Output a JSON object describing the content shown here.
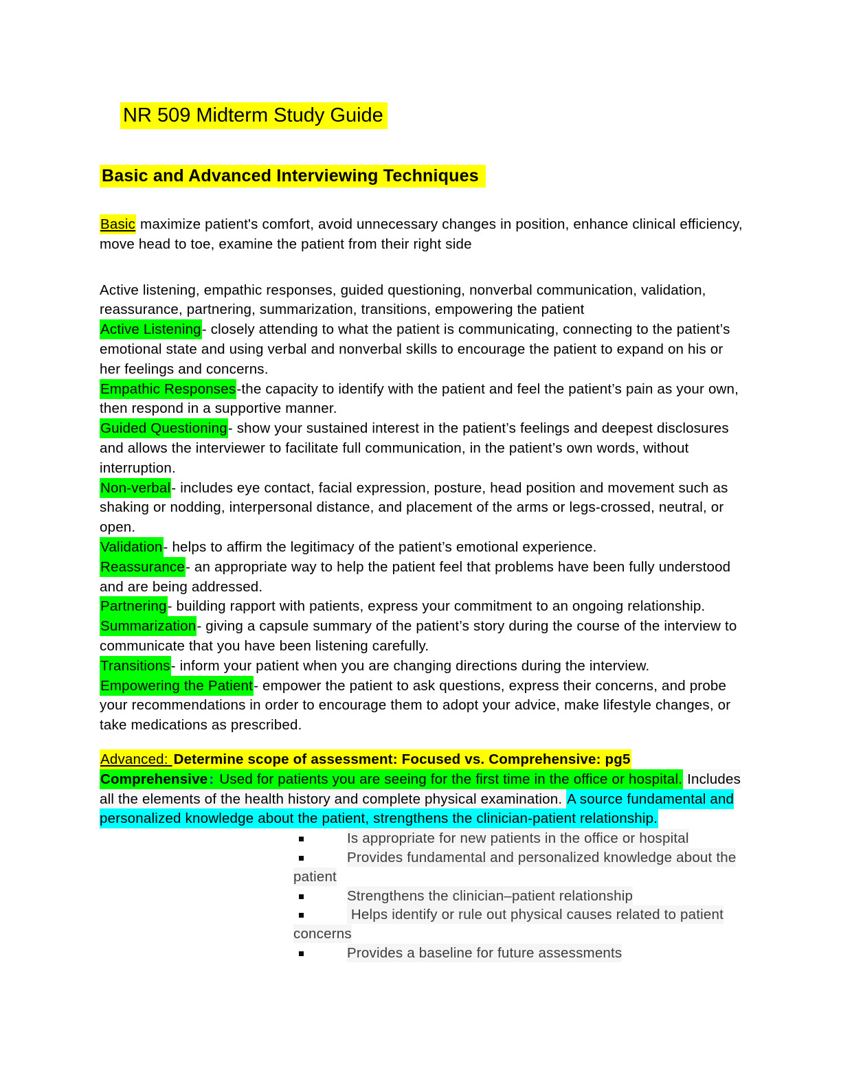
{
  "document": {
    "title": "NR 509 Midterm Study Guide",
    "section_heading": "Basic and Advanced Interviewing Techniques",
    "basic_label": "Basic",
    "basic_intro": " maximize patient's comfort, avoid unnecessary changes in position, enhance clinical efficiency, move head to toe, examine the patient from their right side",
    "techniques_overview": "Active listening, empathic responses, guided questioning, nonverbal communication, validation, reassurance, partnering, summarization, transitions, empowering the patient",
    "definitions": [
      {
        "term": "Active Listening",
        "definition": "- closely attending to what the patient is communicating, connecting to the patient’s emotional state and using verbal and nonverbal skills to encourage the patient to expand on his or her feelings and concerns."
      },
      {
        "term": "Empathic Responses",
        "definition": "-the capacity to identify with the patient and feel the patient’s pain as your own, then respond in a supportive manner."
      },
      {
        "term": "Guided Questioning",
        "definition": "- show your sustained interest in the patient’s feelings and deepest disclosures and allows the interviewer to facilitate full communication, in the patient’s own words, without interruption."
      },
      {
        "term": "Non-verbal",
        "definition": "- includes eye contact, facial expression, posture, head position and movement such as shaking or nodding, interpersonal distance, and placement of the arms or legs-crossed, neutral, or open."
      },
      {
        "term": "Validation",
        "definition": "- helps to affirm the legitimacy of the patient’s emotional experience."
      },
      {
        "term": "Reassurance",
        "definition": "- an appropriate way to help the patient feel that problems have been fully understood and are being addressed."
      },
      {
        "term": "Partnering",
        "definition": "- building rapport with patients, express your commitment to an ongoing relationship."
      },
      {
        "term": "Summarization",
        "definition": "- giving a capsule summary of the patient’s story during the course of the interview to communicate that you have been listening carefully."
      },
      {
        "term": "Transitions",
        "definition": "- inform your patient when you are changing directions during the interview."
      },
      {
        "term": "Empowering the Patient",
        "definition": "- empower the patient to ask questions, express their concerns, and probe your recommendations in order to encourage them to adopt your advice, make lifestyle changes, or take medications as prescribed."
      }
    ],
    "advanced": {
      "label": "Advanced: ",
      "heading": "Determine scope of assessment: Focused vs. Comprehensive: pg5",
      "comprehensive_label": "Comprehensive",
      "comprehensive_colon": ":",
      "comprehensive_text": " Used for patients you are seeing for the first time in the office or hospital.",
      "includes_text": " Includes all the elements of the health history and complete physical examination. ",
      "source_text": "A source fundamental and personalized knowledge about the patient, strengthens the clinician-patient relationship.",
      "bullets": [
        "Is appropriate for new patients in the office or hospital",
        "Provides fundamental and personalized knowledge about the patient",
        "Strengthens the clinician–patient relationship",
        " Helps identify or rule out physical causes related to patient concerns",
        "Provides a baseline for future assessments"
      ]
    },
    "highlight_colors": {
      "yellow": "#ffff00",
      "green": "#00ff00",
      "cyan": "#00ffff"
    }
  }
}
